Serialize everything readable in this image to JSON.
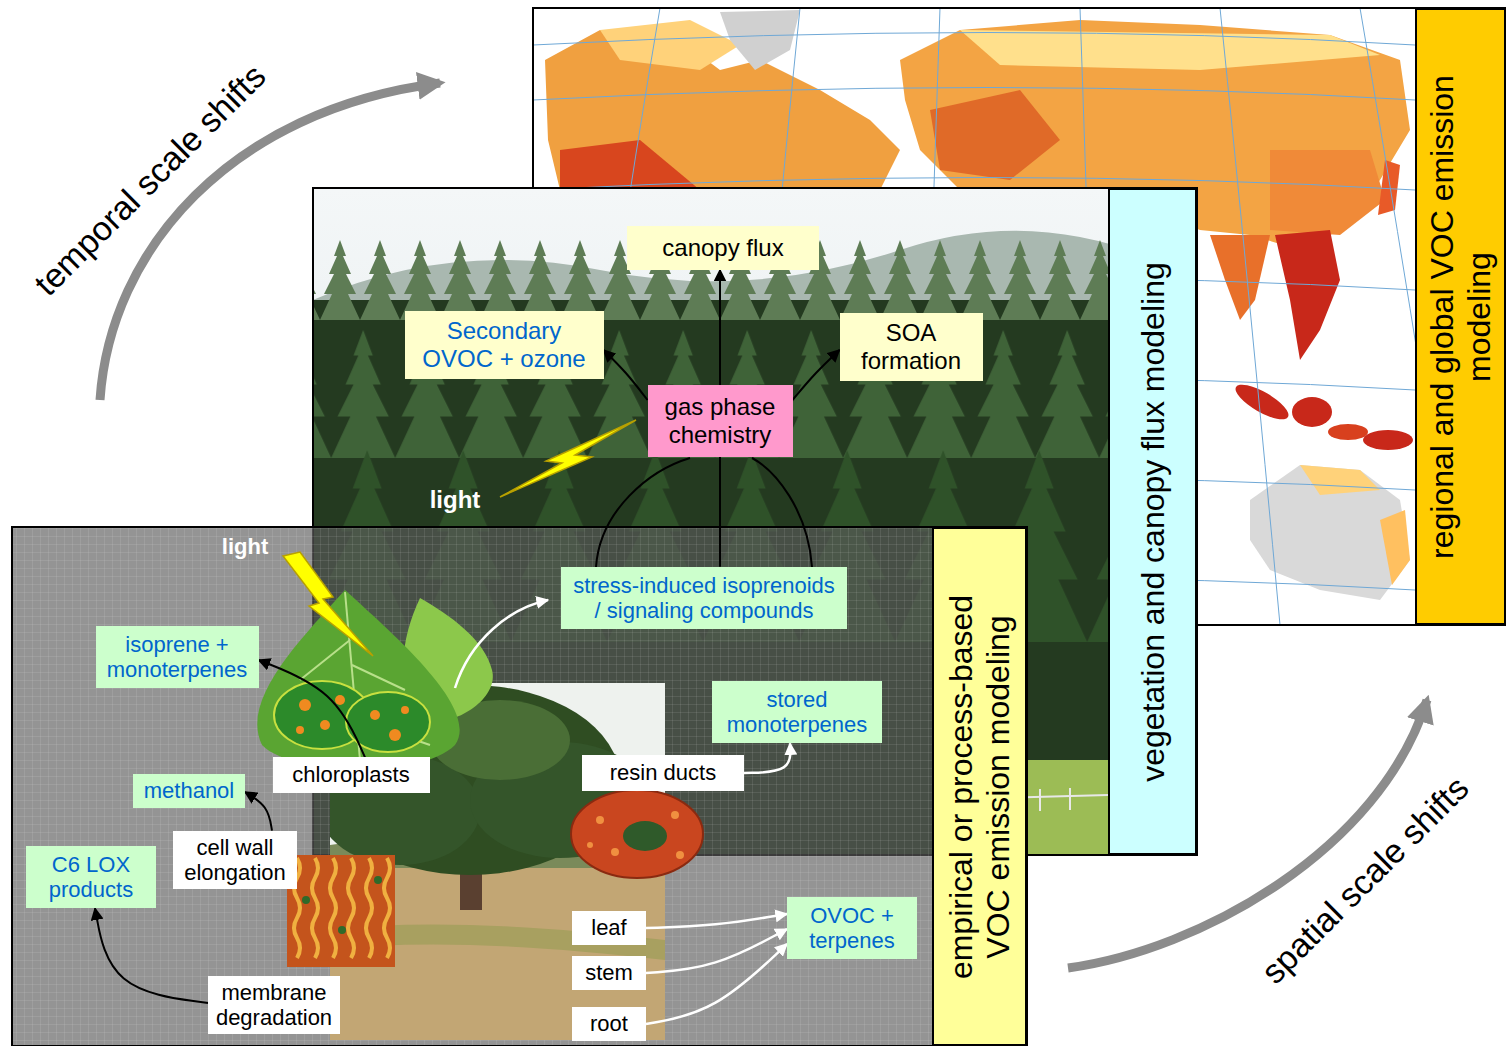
{
  "diagram": {
    "nodes": [
      {
        "text": [
          "regional and global VOC emission modeling"
        ]
      },
      {
        "text": [
          "vegetation and canopy flux modeling"
        ]
      },
      {
        "text": [
          "empirical or process-based VOC emission modeling"
        ]
      },
      {
        "text": [
          "canopy flux"
        ],
        "in": 1
      },
      {
        "text": [
          "Secondary OVOC + ozone"
        ],
        "in": 1
      },
      {
        "text": [
          "SOA formation"
        ],
        "in": 1
      },
      {
        "text": [
          "gas phase chemistry"
        ],
        "in": 1
      },
      {
        "text": [
          "stress-induced isoprenoids / signaling compounds"
        ],
        "in": 2
      },
      {
        "text": [
          "isoprene + monoterpenes"
        ],
        "in": 2
      },
      {
        "text": [
          "stored monoterpenes"
        ],
        "in": 2
      },
      {
        "text": [
          "resin ducts"
        ],
        "in": 2
      },
      {
        "text": [
          "chloroplasts"
        ],
        "in": 2
      },
      {
        "text": [
          "methanol"
        ],
        "in": 2
      },
      {
        "text": [
          "cell wall elongation"
        ],
        "in": 2
      },
      {
        "text": [
          "C6 LOX products"
        ],
        "in": 2
      },
      {
        "text": [
          "OVOC + terpenes"
        ],
        "in": 2
      },
      {
        "text": [
          "leaf"
        ],
        "in": 2
      },
      {
        "text": [
          "stem"
        ],
        "in": 2
      },
      {
        "text": [
          "membrane degradation"
        ],
        "in": 2
      },
      {
        "text": [
          "root"
        ],
        "in": 2
      }
    ],
    "edges": [
      {
        "from": 6,
        "to": 3,
        "arrow": "to"
      },
      {
        "from": 6,
        "to": 4,
        "arrow": "to"
      },
      {
        "from": 6,
        "to": 5,
        "arrow": "to"
      },
      {
        "from": 7,
        "to": 6,
        "arrow": "none"
      },
      {
        "from": 11,
        "to": 8,
        "arrow": "to"
      },
      {
        "from": 13,
        "to": 12,
        "arrow": "to"
      },
      {
        "from": 18,
        "to": 14,
        "arrow": "to"
      },
      {
        "from": 10,
        "to": 9,
        "arrow": "to"
      },
      {
        "from": 16,
        "to": 15,
        "arrow": "to"
      },
      {
        "from": 17,
        "to": 15,
        "arrow": "to"
      },
      {
        "from": 19,
        "to": 15,
        "arrow": "to"
      }
    ],
    "labels": [
      "temporal scale shifts",
      "light",
      "light",
      "spatial scale shifts"
    ]
  }
}
